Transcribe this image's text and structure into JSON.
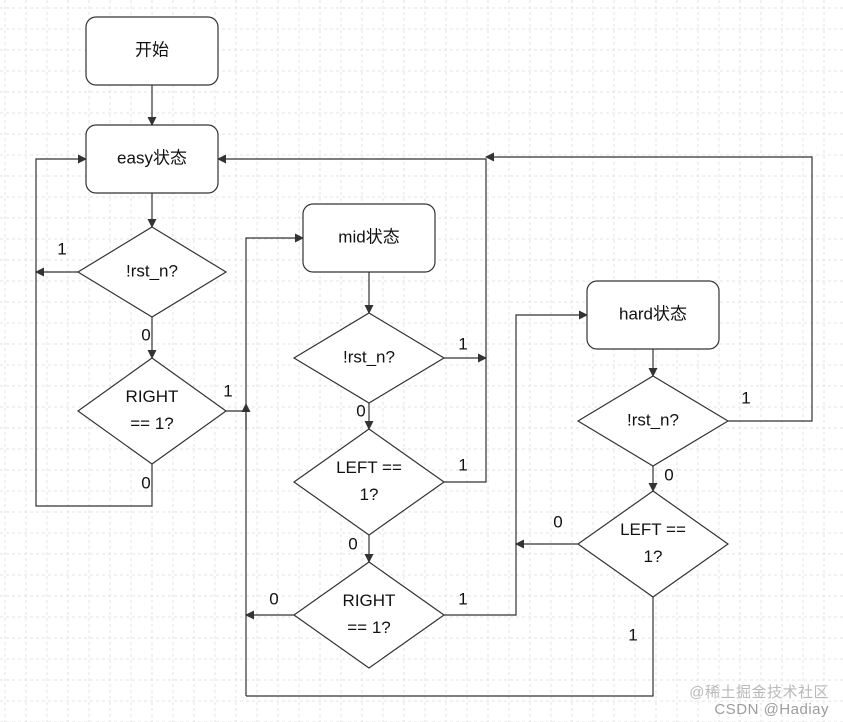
{
  "diagram": {
    "nodes": {
      "start": {
        "lines": [
          "开始"
        ]
      },
      "easy": {
        "lines": [
          "easy状态"
        ]
      },
      "easy_rst": {
        "lines": [
          "!rst_n?"
        ]
      },
      "easy_right": {
        "lines": [
          "RIGHT",
          "== 1?"
        ]
      },
      "mid": {
        "lines": [
          "mid状态"
        ]
      },
      "mid_rst": {
        "lines": [
          "!rst_n?"
        ]
      },
      "mid_left": {
        "lines": [
          "LEFT ==",
          "1?"
        ]
      },
      "mid_right": {
        "lines": [
          "RIGHT",
          "== 1?"
        ]
      },
      "hard": {
        "lines": [
          "hard状态"
        ]
      },
      "hard_rst": {
        "lines": [
          "!rst_n?"
        ]
      },
      "hard_left": {
        "lines": [
          "LEFT ==",
          "1?"
        ]
      }
    },
    "edge_labels": {
      "easy_rst_yes": "1",
      "easy_rst_no": "0",
      "easy_right_yes": "1",
      "easy_right_no": "0",
      "mid_rst_yes": "1",
      "mid_rst_no": "0",
      "mid_left_yes": "1",
      "mid_left_no": "0",
      "mid_right_yes": "1",
      "mid_right_no": "0",
      "hard_rst_yes": "1",
      "hard_rst_no": "0",
      "hard_left_no": "0",
      "hard_left_yes": "1"
    }
  },
  "watermark": {
    "line1": "@稀土掘金技术社区",
    "line2": "CSDN @Hadiay"
  }
}
